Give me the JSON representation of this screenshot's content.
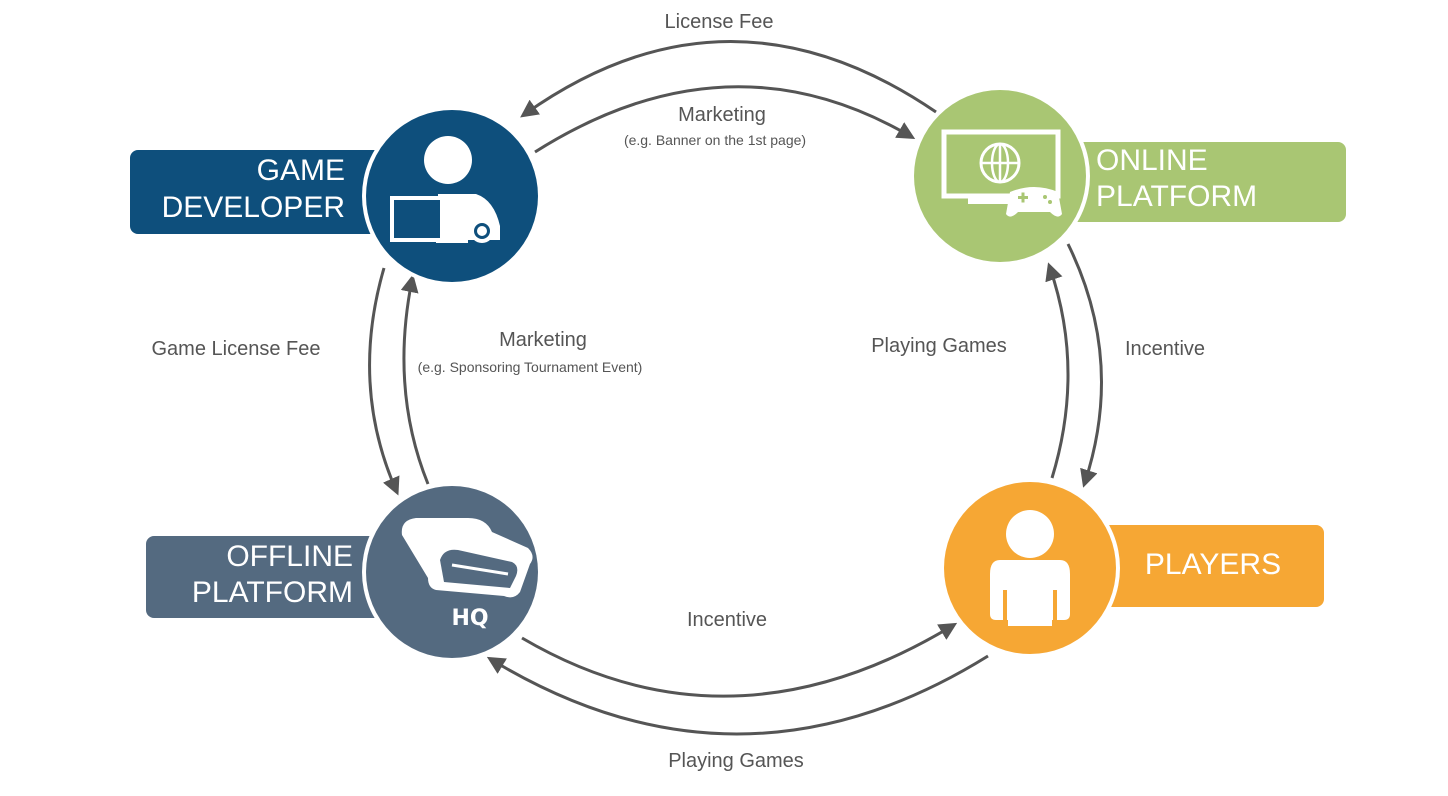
{
  "colors": {
    "game_developer": "#0e4f7c",
    "online_platform": "#a9c673",
    "offline_platform": "#546a80",
    "players": "#f6a734",
    "arrow": "#555555",
    "text": "#555555"
  },
  "nodes": {
    "game_developer": {
      "label_line1": "GAME",
      "label_line2": "DEVELOPER",
      "icon": "developer-person-icon"
    },
    "online_platform": {
      "label_line1": "ONLINE",
      "label_line2": "PLATFORM",
      "icon": "monitor-globe-gamepad-icon"
    },
    "offline_platform": {
      "label_line1": "OFFLINE",
      "label_line2": "PLATFORM",
      "icon": "vr-headset-icon",
      "icon_text": "HQ"
    },
    "players": {
      "label": "PLAYERS",
      "icon": "person-icon"
    }
  },
  "flows": {
    "license_fee": "License Fee",
    "marketing_online": "Marketing",
    "marketing_online_note": "(e.g. Banner on the 1st page)",
    "game_license_fee": "Game License Fee",
    "marketing_offline": "Marketing",
    "marketing_offline_note": "(e.g. Sponsoring Tournament Event)",
    "playing_games_online": "Playing Games",
    "incentive_online": "Incentive",
    "incentive_offline": "Incentive",
    "playing_games_offline": "Playing Games"
  }
}
